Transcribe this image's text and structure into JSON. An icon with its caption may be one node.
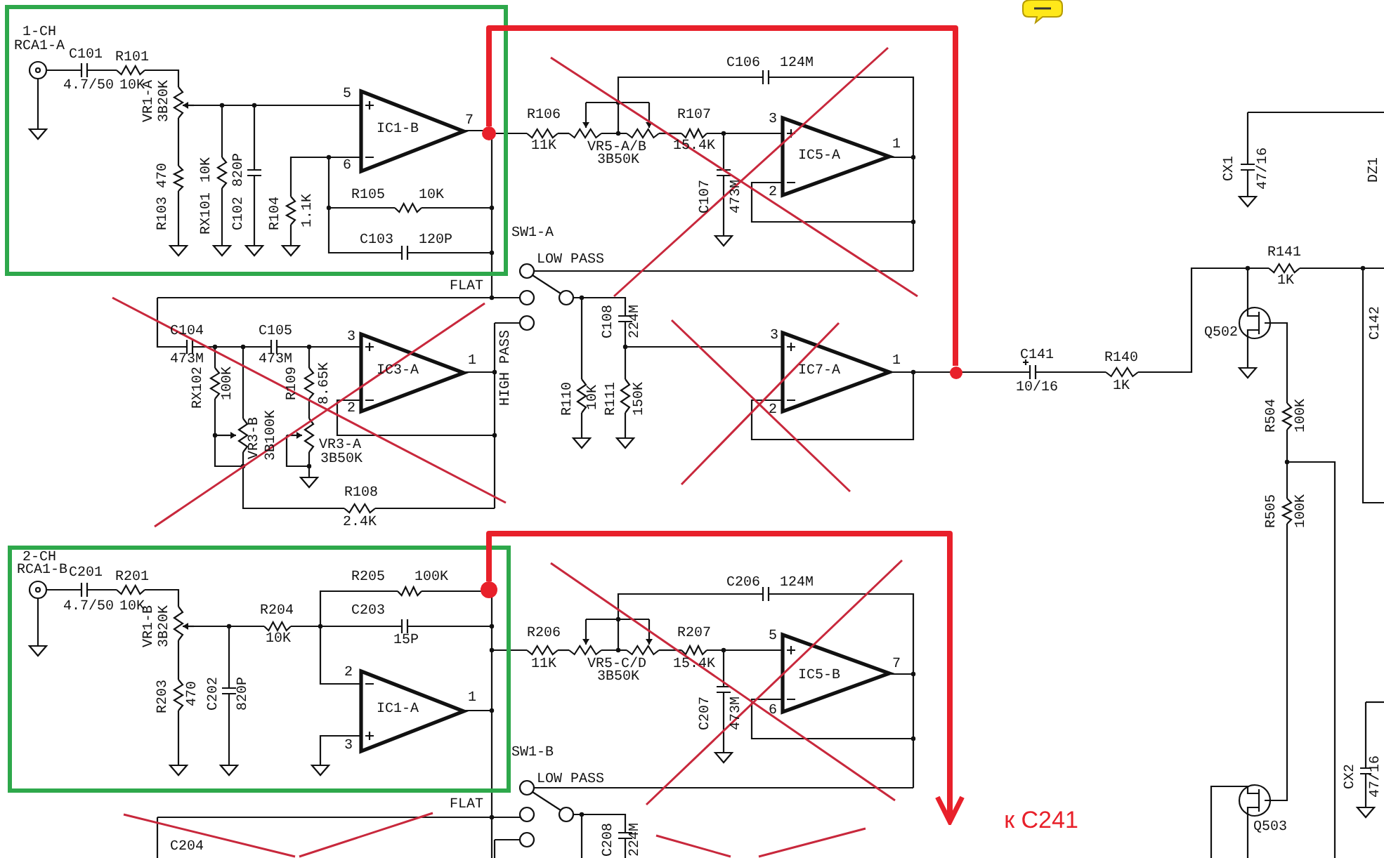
{
  "diagram": {
    "nodes": [
      {
        "text": [],
        "shape": "circle"
      },
      {
        "text": [],
        "shape": "circle"
      },
      {
        "text": [],
        "shape": "circle"
      }
    ],
    "edges": [
      {
        "from": 0,
        "to": 1,
        "arrow": "none"
      },
      {
        "from": 2,
        "to": null,
        "arrow": "to"
      }
    ],
    "labels": [
      "1-CH",
      "RCA1-A",
      "C101",
      "R101",
      "4.7/50",
      "10K",
      "VR1-A",
      "3B20K",
      "5",
      "IC1-B",
      "7",
      "6",
      "470",
      "10K",
      "820P",
      "R105",
      "10K",
      "R103",
      "RX101",
      "C102",
      "R104",
      "1.1K",
      "C103",
      "120P",
      "C106",
      "124M",
      "R106",
      "R107",
      "3",
      "11K",
      "VR5-A/B",
      "15.4K",
      "1",
      "IC5-A",
      "3B50K",
      "C107",
      "473M",
      "2",
      "SW1-A",
      "LOW PASS",
      "FLAT",
      "C104",
      "C105",
      "3",
      "C108",
      "224M",
      "3",
      "473M",
      "473M",
      "IC3-A",
      "1",
      "HIGH PASS",
      "IC7-A",
      "1",
      "RX102",
      "100K",
      "R109",
      "8.65K",
      "2",
      "R110",
      "10K",
      "R111",
      "150K",
      "2",
      "VR3-B",
      "3B100K",
      "VR3-A",
      "3B50K",
      "R108",
      "2.4K",
      "CX1",
      "47/16",
      "DZ1",
      "R141",
      "1K",
      "C142",
      "Q502",
      "C141",
      "R140",
      "10/16",
      "1K",
      "R504",
      "100K",
      "R505",
      "100K",
      "2-CH",
      "RCA1-B",
      "C201",
      "R201",
      "R205",
      "100K",
      "C206",
      "124M",
      "4.7/50",
      "10K",
      "R204",
      "C203",
      "VR1-B",
      "3B20K",
      "10K",
      "15P",
      "R206",
      "R207",
      "5",
      "11K",
      "VR5-C/D",
      "15.4K",
      "IC5-B",
      "7",
      "3B50K",
      "2",
      "R203",
      "470",
      "C202",
      "820P",
      "IC1-A",
      "1",
      "C207",
      "473M",
      "6",
      "3",
      "SW1-B",
      "CX2",
      "47/16",
      "LOW PASS",
      "FLAT",
      "к C241",
      "Q503",
      "C204",
      "C208",
      "224M"
    ]
  }
}
